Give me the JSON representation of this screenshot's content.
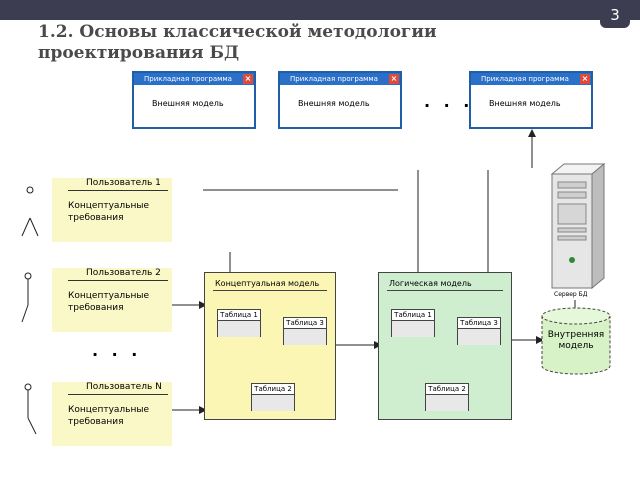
{
  "slide": {
    "number": "3",
    "title_line1": "1.2. Основы классической методологии",
    "title_line2": "проектирования БД"
  },
  "app_windows": [
    {
      "title": "Прикладная программа",
      "content": "Внешняя модель",
      "close": "×"
    },
    {
      "title": "Прикладная программа",
      "content": "Внешняя модель",
      "close": "×"
    },
    {
      "title": "Прикладная программа",
      "content": "Внешняя модель",
      "close": "×"
    }
  ],
  "ellipsis": "· · ·",
  "users": [
    {
      "name": "Пользователь 1",
      "requirements": "Концептуальные требования"
    },
    {
      "name": "Пользователь 2",
      "requirements": "Концептуальные требования"
    },
    {
      "name": "Пользователь N",
      "requirements": "Концептуальные требования"
    }
  ],
  "models": {
    "conceptual": {
      "title": "Концептуальная модель",
      "tables": [
        "Таблица 1",
        "Таблица 3",
        "Таблица 2"
      ]
    },
    "logical": {
      "title": "Логическая модель",
      "tables": [
        "Таблица 1",
        "Таблица 3",
        "Таблица 2"
      ]
    }
  },
  "server": {
    "label": "Сервер БД"
  },
  "database": {
    "label": "Внутренняя модель"
  },
  "colors": {
    "topbar": "#3d3d52",
    "window_title": "#2a6fc8",
    "user_box": "#fbf8c8",
    "conceptual_bg": "#fbf6b4",
    "logical_bg": "#cfeed0",
    "database_bg": "#d8f2c8",
    "arrow": "#3b7bd0"
  }
}
